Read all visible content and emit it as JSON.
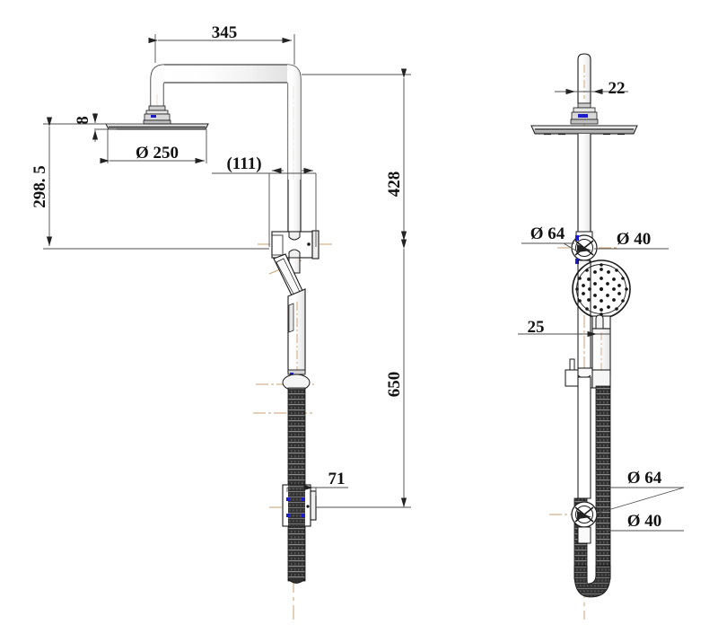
{
  "drawing": {
    "type": "mechanical-engineering-drawing",
    "subject": "shower-column-rail-set",
    "views": [
      {
        "name": "side-elevation",
        "position": "left"
      },
      {
        "name": "front-elevation",
        "position": "right"
      }
    ],
    "units": "mm",
    "line_colors": {
      "outline": "#1a1a1a",
      "centerline": "#c8a271",
      "dimension": "#4d4d4d",
      "hose": "#2b2b2b",
      "accent_blue": "#1c1ccc",
      "background": "#ffffff"
    }
  },
  "side_view": {
    "label": "side-elevation",
    "dimensions": {
      "arm_reach": {
        "value": "345",
        "orientation": "horizontal",
        "position": "top"
      },
      "head_diameter": {
        "value": "Ø 250",
        "orientation": "horizontal",
        "position": "shower-head"
      },
      "head_thickness": {
        "value": "8",
        "orientation": "vertical",
        "position": "shower-head-edge"
      },
      "head_drop": {
        "value": "298. 5",
        "orientation": "vertical",
        "position": "left"
      },
      "riser_upper": {
        "value": "428",
        "orientation": "vertical",
        "position": "right"
      },
      "riser_lower": {
        "value": "650",
        "orientation": "vertical",
        "position": "right"
      },
      "diverter_offset": {
        "value": "(111)",
        "orientation": "horizontal",
        "position": "middle"
      },
      "bracket_projection": {
        "value": "71",
        "orientation": "horizontal",
        "position": "bottom"
      }
    }
  },
  "front_view": {
    "label": "front-elevation",
    "dimensions": {
      "inlet_width": {
        "value": "22",
        "orientation": "horizontal",
        "position": "top"
      },
      "diverter_flange_dia": {
        "value": "Ø 64",
        "orientation": "leader",
        "position": "upper-left"
      },
      "diverter_body_dia": {
        "value": "Ø 40",
        "orientation": "leader",
        "position": "upper-right"
      },
      "handset_offset": {
        "value": "25",
        "orientation": "horizontal",
        "position": "middle-left"
      },
      "bracket_flange_dia": {
        "value": "Ø 64",
        "orientation": "leader",
        "position": "lower-upper"
      },
      "bracket_body_dia": {
        "value": "Ø 40",
        "orientation": "leader",
        "position": "lower-lower"
      }
    }
  }
}
